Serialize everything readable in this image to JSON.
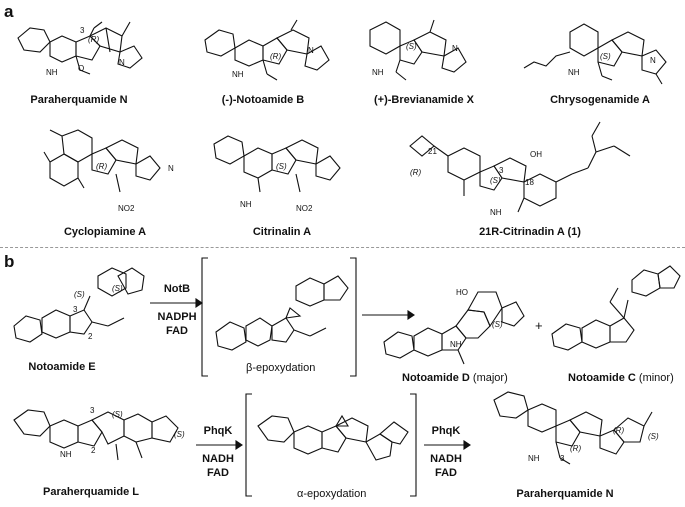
{
  "panels": [
    {
      "letter": "a"
    },
    {
      "letter": "b"
    }
  ],
  "row1": [
    {
      "name": "Paraherquamide N"
    },
    {
      "name": "(-)-Notoamide B"
    },
    {
      "name": "(+)-Brevianamide X"
    },
    {
      "name": "Chrysogenamide A"
    }
  ],
  "row2": [
    {
      "name": "Cyclopiamine A"
    },
    {
      "name": "Citrinalin A"
    },
    {
      "name": "21R-Citrinadin A (1)"
    }
  ],
  "reaction1": {
    "substrate": "Notoamide E",
    "enzyme": "NotB",
    "cofactor1": "NADPH",
    "cofactor2": "FAD",
    "intermediate_label": "β-epoxydation",
    "product_major": "Notoamide D",
    "major_tag": "(major)",
    "plus": "+",
    "product_minor": "Notoamide C",
    "minor_tag": "(minor)"
  },
  "reaction2": {
    "substrate": "Paraherquamide L",
    "enzyme1": "PhqK",
    "cofactor1a": "NADH",
    "cofactor1b": "FAD",
    "intermediate_label": "α-epoxydation",
    "enzyme2": "PhqK",
    "cofactor2a": "NADH",
    "cofactor2b": "FAD",
    "product": "Paraherquamide N"
  },
  "atom_labels": {
    "r": "(R)",
    "s": "(S)",
    "three": "3",
    "two": "2",
    "eighteen": "18",
    "twentyone": "21",
    "nh": "NH",
    "n": "N",
    "o": "O",
    "no2": "NO2",
    "oh": "OH",
    "ho": "HO",
    "h": "H"
  }
}
